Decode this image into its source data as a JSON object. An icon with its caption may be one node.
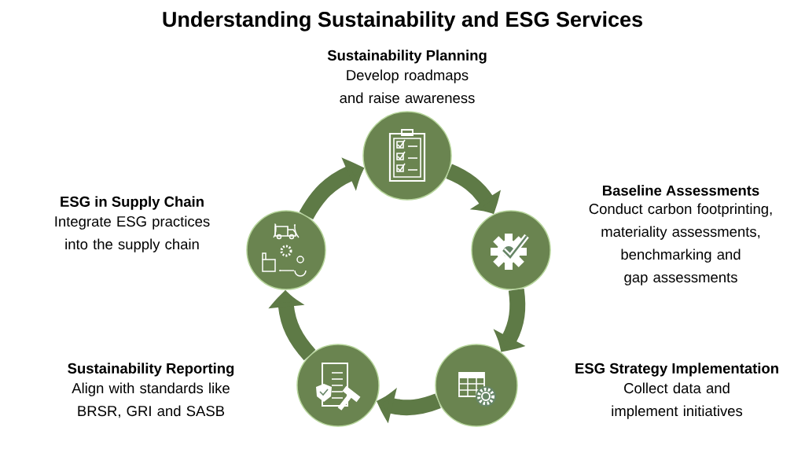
{
  "diagram": {
    "title": "Understanding Sustainability and ESG Services",
    "nodes": [
      {
        "text": [],
        "shape": "circle",
        "beside": [
          "Sustainability Planning",
          "Develop roadmaps and raise awareness"
        ]
      },
      {
        "text": [],
        "shape": "circle",
        "beside": [
          "Baseline Assessments",
          "Conduct carbon footprinting, materiality assessments, benchmarking and gap assessments"
        ]
      },
      {
        "text": [],
        "shape": "circle",
        "beside": [
          "ESG Strategy Implementation",
          "Collect data and implement initiatives"
        ]
      },
      {
        "text": [],
        "shape": "circle",
        "beside": [
          "Sustainability Reporting",
          "Align with standards like BRSR, GRI and SASB"
        ]
      },
      {
        "text": [],
        "shape": "circle",
        "beside": [
          "ESG in Supply Chain",
          "Integrate ESG practices into the supply chain"
        ]
      }
    ],
    "edges": [
      {
        "from": 0,
        "to": 1,
        "arrow": "to"
      },
      {
        "from": 1,
        "to": 2,
        "arrow": "to"
      },
      {
        "from": 2,
        "to": 3,
        "arrow": "to"
      },
      {
        "from": 3,
        "to": 4,
        "arrow": "to"
      },
      {
        "from": 4,
        "to": 0,
        "arrow": "to"
      }
    ]
  }
}
